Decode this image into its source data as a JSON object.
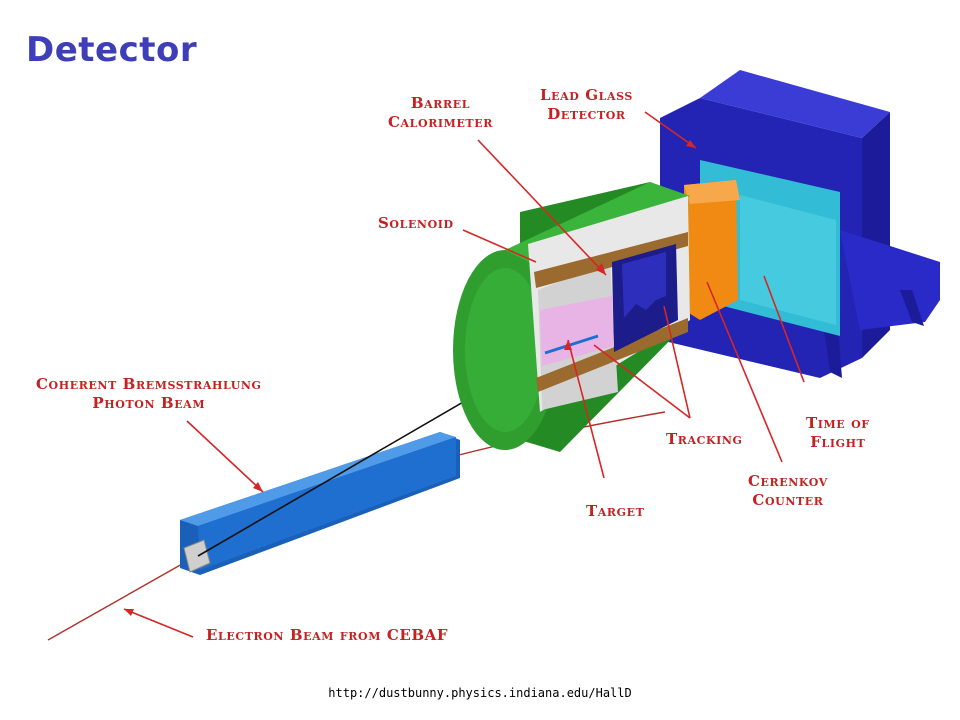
{
  "slide": {
    "title": "Detector",
    "source_url": "http://dustbunny.physics.indiana.edu/HallD"
  },
  "labels": {
    "barrel_calorimeter": [
      "Barrel",
      "Calorimeter"
    ],
    "lead_glass_detector": [
      "Lead Glass",
      "Detector"
    ],
    "solenoid": "Solenoid",
    "coherent_bremsstrahlung": [
      "Coherent Bremsstrahlung",
      "Photon Beam"
    ],
    "tracking": "Tracking",
    "time_of_flight": [
      "Time of",
      "Flight"
    ],
    "cerenkov_counter": [
      "Cerenkov",
      "Counter"
    ],
    "target": "Target",
    "electron_beam": "Electron Beam from CEBAF"
  },
  "colors": {
    "title": "#3e3eb8",
    "label": "#c62020",
    "solenoid_green": "#2f9e2f",
    "magnet_blue": "#1f6fd1",
    "lead_glass_frame": "#2a2ac8",
    "tof_cyan": "#33bcd6",
    "cerenkov_orange": "#f08a12",
    "tracking_navy": "#1c1c8a",
    "target_pink": "#e8b4e6",
    "calorimeter_brown": "#9b6a2e",
    "beam_red": "#b0302a"
  }
}
